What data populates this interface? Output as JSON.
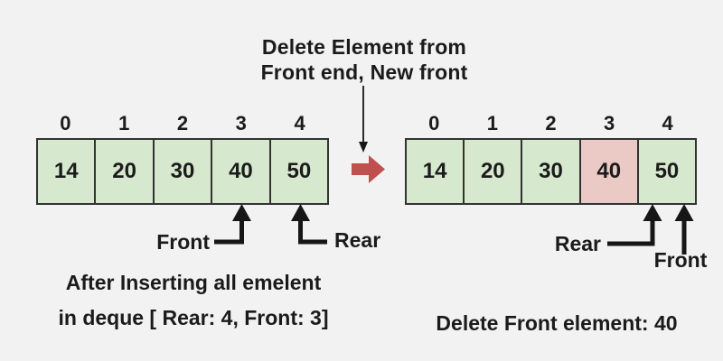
{
  "note": {
    "line1": "Delete Element from",
    "line2": "Front end, New front"
  },
  "left_diagram": {
    "indices": [
      "0",
      "1",
      "2",
      "3",
      "4"
    ],
    "cells": [
      {
        "value": "14"
      },
      {
        "value": "20"
      },
      {
        "value": "30"
      },
      {
        "value": "40"
      },
      {
        "value": "50"
      }
    ],
    "front_label": "Front",
    "rear_label": "Rear",
    "caption_line1": "After Inserting all emelent",
    "caption_line2": "in deque [ Rear: 4, Front: 3]"
  },
  "right_diagram": {
    "indices": [
      "0",
      "1",
      "2",
      "3",
      "4"
    ],
    "cells": [
      {
        "value": "14",
        "highlighted": false
      },
      {
        "value": "20",
        "highlighted": false
      },
      {
        "value": "30",
        "highlighted": false
      },
      {
        "value": "40",
        "highlighted": true
      },
      {
        "value": "50",
        "highlighted": false
      }
    ],
    "rear_label": "Rear",
    "front_label": "Front",
    "caption": "Delete Front element: 40"
  },
  "colors": {
    "bg": "#f2f2f2",
    "text": "#1b1b1b",
    "cell_green": "#d6e8cd",
    "cell_pink": "#ebc9c4",
    "cell_border": "#333333",
    "arrow_black": "#161616",
    "arrow_red": "#c0504d"
  }
}
